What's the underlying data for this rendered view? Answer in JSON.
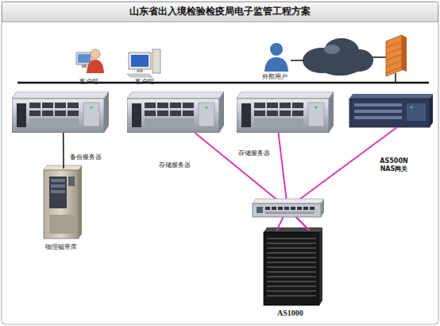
{
  "diagram": {
    "title": "山东省出入境检验检疫局电子监管工程方案",
    "nodes": [
      {
        "text": [
          "客户端"
        ]
      },
      {
        "text": [
          "客户端"
        ]
      },
      {
        "text": [
          "外部用户"
        ]
      },
      {
        "text": [
          "备份服务器"
        ]
      },
      {
        "text": [
          "存储服务器"
        ]
      },
      {
        "text": [
          "存储服务器"
        ]
      },
      {
        "text": [
          "AS500N NAS网关"
        ]
      },
      {
        "text": [
          "物理磁带库"
        ]
      },
      {
        "text": [
          "AS1000"
        ]
      }
    ],
    "edges": [
      {
        "from": 3,
        "to": 7,
        "arrow": "none"
      },
      {
        "from": 4,
        "to": 8,
        "arrow": "none"
      },
      {
        "from": 5,
        "to": 8,
        "arrow": "none"
      },
      {
        "from": 6,
        "to": 8,
        "arrow": "none"
      }
    ]
  }
}
